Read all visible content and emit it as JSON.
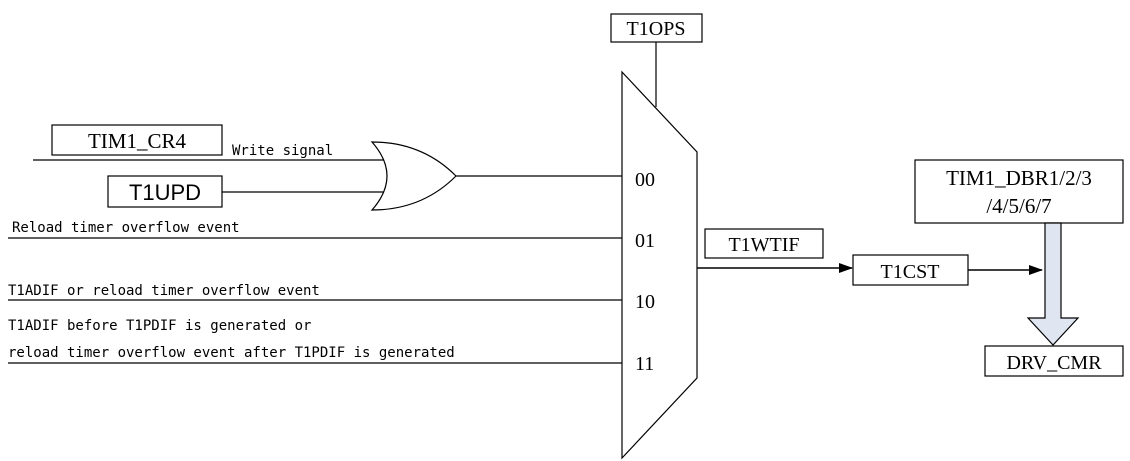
{
  "blocks": {
    "t1ops": "T1OPS",
    "tim1_cr4": "TIM1_CR4",
    "t1upd": "T1UPD",
    "t1wtif": "T1WTIF",
    "t1cst": "T1CST",
    "tim1_dbr_line1": "TIM1_DBR1/2/3",
    "tim1_dbr_line2": "/4/5/6/7",
    "drv_cmr": "DRV_CMR"
  },
  "signals": {
    "write_signal": "Write signal",
    "reload_overflow": "Reload timer overflow event",
    "t1adif_or_reload": "T1ADIF or reload timer overflow event",
    "t1adif_before_line1": "T1ADIF before T1PDIF is generated or",
    "t1adif_before_line2": "reload timer overflow event after T1PDIF is generated"
  },
  "mux_inputs": [
    "00",
    "01",
    "10",
    "11"
  ],
  "colors": {
    "line": "#000000",
    "arrow_fill": "#dfe6f2"
  }
}
